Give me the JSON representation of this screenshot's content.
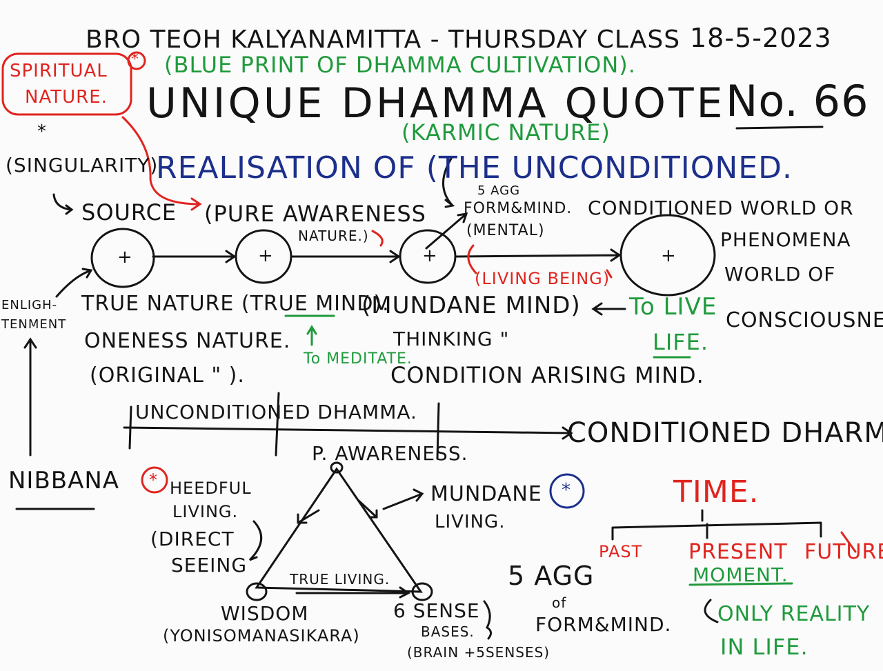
{
  "colors": {
    "ink": "#141414",
    "red": "#e0241f",
    "green": "#1f9a3c",
    "blue": "#1c2f8c"
  },
  "header": {
    "title": "BRO TEOH KALYANAMITTA - THURSDAY CLASS",
    "date": "18-5-2023",
    "subtitle": "(BLUE PRINT OF DHAMMA CULTIVATION)."
  },
  "quote": {
    "title": "UNIQUE DHAMMA QUOTE",
    "number": "No. 66"
  },
  "left_notes": {
    "spiritual_nature": [
      "SPIRITUAL",
      "NATURE."
    ],
    "star": "*",
    "singularity": "(SINGULARITY)",
    "source": "SOURCE",
    "enlightenment": [
      "ENLIGH-",
      "TENMENT"
    ],
    "nibbana": "NIBBANA"
  },
  "realisation": {
    "karmic_nature": "(KARMIC NATURE)",
    "text": "REALISATION OF (THE UNCONDITIONED."
  },
  "circles": {
    "symbol": "+",
    "pure_awareness": [
      "(PURE AWARENESS",
      "NATURE.)"
    ],
    "form_mind": [
      "5 AGG",
      "FORM&MIND.",
      "(MENTAL)"
    ],
    "living_being": "(LIVING BEING)",
    "conditioned_world": [
      "CONDITIONED WORLD OR",
      "PHENOMENA",
      "WORLD OF",
      "CONSCIOUSNESS"
    ]
  },
  "mind": {
    "true_nature": "TRUE NATURE (TRUE MIND).",
    "oneness": "ONENESS NATURE.",
    "original": "(ORIGINAL \" ).",
    "to_meditate": "To MEDITATE.",
    "mundane_mind": "(MUNDANE MIND)",
    "thinking": "THINKING \"",
    "to_live_life": [
      "To LIVE",
      "LIFE."
    ],
    "condition_arising": "CONDITION ARISING MIND."
  },
  "dhamma_line": {
    "unconditioned": "UNCONDITIONED DHAMMA.",
    "conditioned": "CONDITIONED DHARMA."
  },
  "triangle": {
    "top": "P. AWARENESS.",
    "heedful": [
      "HEEDFUL",
      "LIVING.",
      "(DIRECT",
      "SEEING"
    ],
    "mundane_living": [
      "MUNDANE",
      "LIVING."
    ],
    "true_living": "TRUE LIVING.",
    "wisdom": [
      "WISDOM",
      "(YONISOMANASIKARA)"
    ],
    "sense_bases": [
      "6 SENSE",
      "BASES.",
      "(BRAIN +5SENSES)"
    ],
    "aggregates": [
      "5 AGG",
      "of",
      "FORM&MIND."
    ]
  },
  "time": {
    "title": "TIME.",
    "past": "PAST",
    "present": "PRESENT",
    "future": "FUTURE.",
    "moment": "MOMENT.",
    "only_reality": [
      "ONLY REALITY",
      "IN LIFE."
    ]
  }
}
